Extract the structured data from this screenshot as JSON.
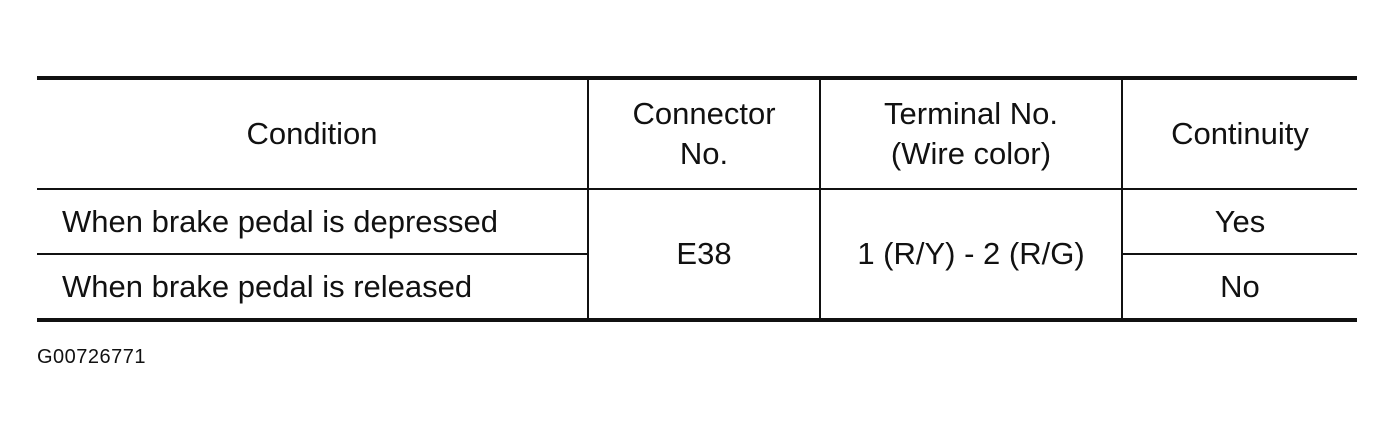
{
  "table": {
    "headers": {
      "condition": "Condition",
      "connector_line1": "Connector",
      "connector_line2": "No.",
      "terminal_line1": "Terminal No.",
      "terminal_line2": "(Wire color)",
      "continuity": "Continuity"
    },
    "rows": [
      {
        "condition": "When brake pedal is depressed",
        "continuity": "Yes"
      },
      {
        "condition": "When brake pedal is released",
        "continuity": "No"
      }
    ],
    "connector_no": "E38",
    "terminal_no": "1 (R/Y) - 2 (R/G)"
  },
  "figure_id": "G00726771"
}
